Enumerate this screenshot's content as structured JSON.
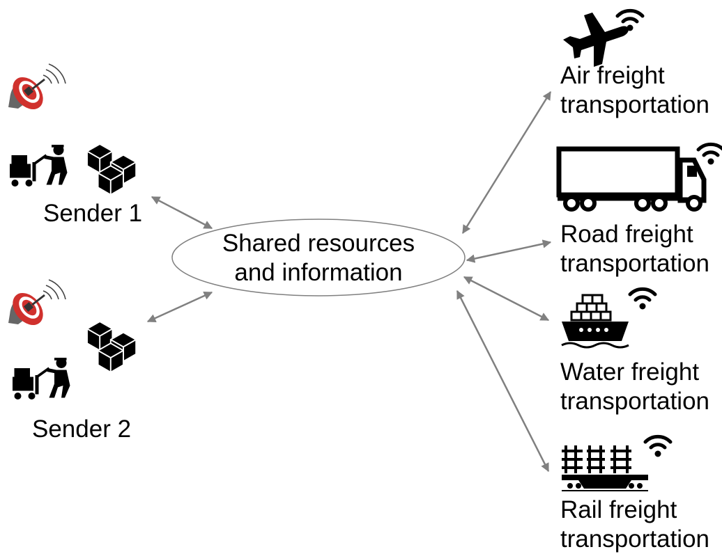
{
  "center": {
    "line1": "Shared resources",
    "line2": "and information"
  },
  "senders": [
    {
      "label": "Sender 1",
      "icons": [
        "satellite-dish-icon",
        "worker-with-cart-icon",
        "packages-icon"
      ]
    },
    {
      "label": "Sender 2",
      "icons": [
        "satellite-dish-icon",
        "worker-with-cart-icon",
        "packages-icon"
      ]
    }
  ],
  "modes": [
    {
      "line1": "Air freight",
      "line2": "transportation",
      "icon": "airplane-icon"
    },
    {
      "line1": "Road freight",
      "line2": "transportation",
      "icon": "truck-icon"
    },
    {
      "line1": "Water freight",
      "line2": "transportation",
      "icon": "ship-icon"
    },
    {
      "line1": "Rail freight",
      "line2": "transportation",
      "icon": "train-icon"
    }
  ],
  "colors": {
    "arrow": "#808080",
    "dish": "#c0392b",
    "icon": "#000000",
    "ellipse_stroke": "#7f7f7f"
  }
}
